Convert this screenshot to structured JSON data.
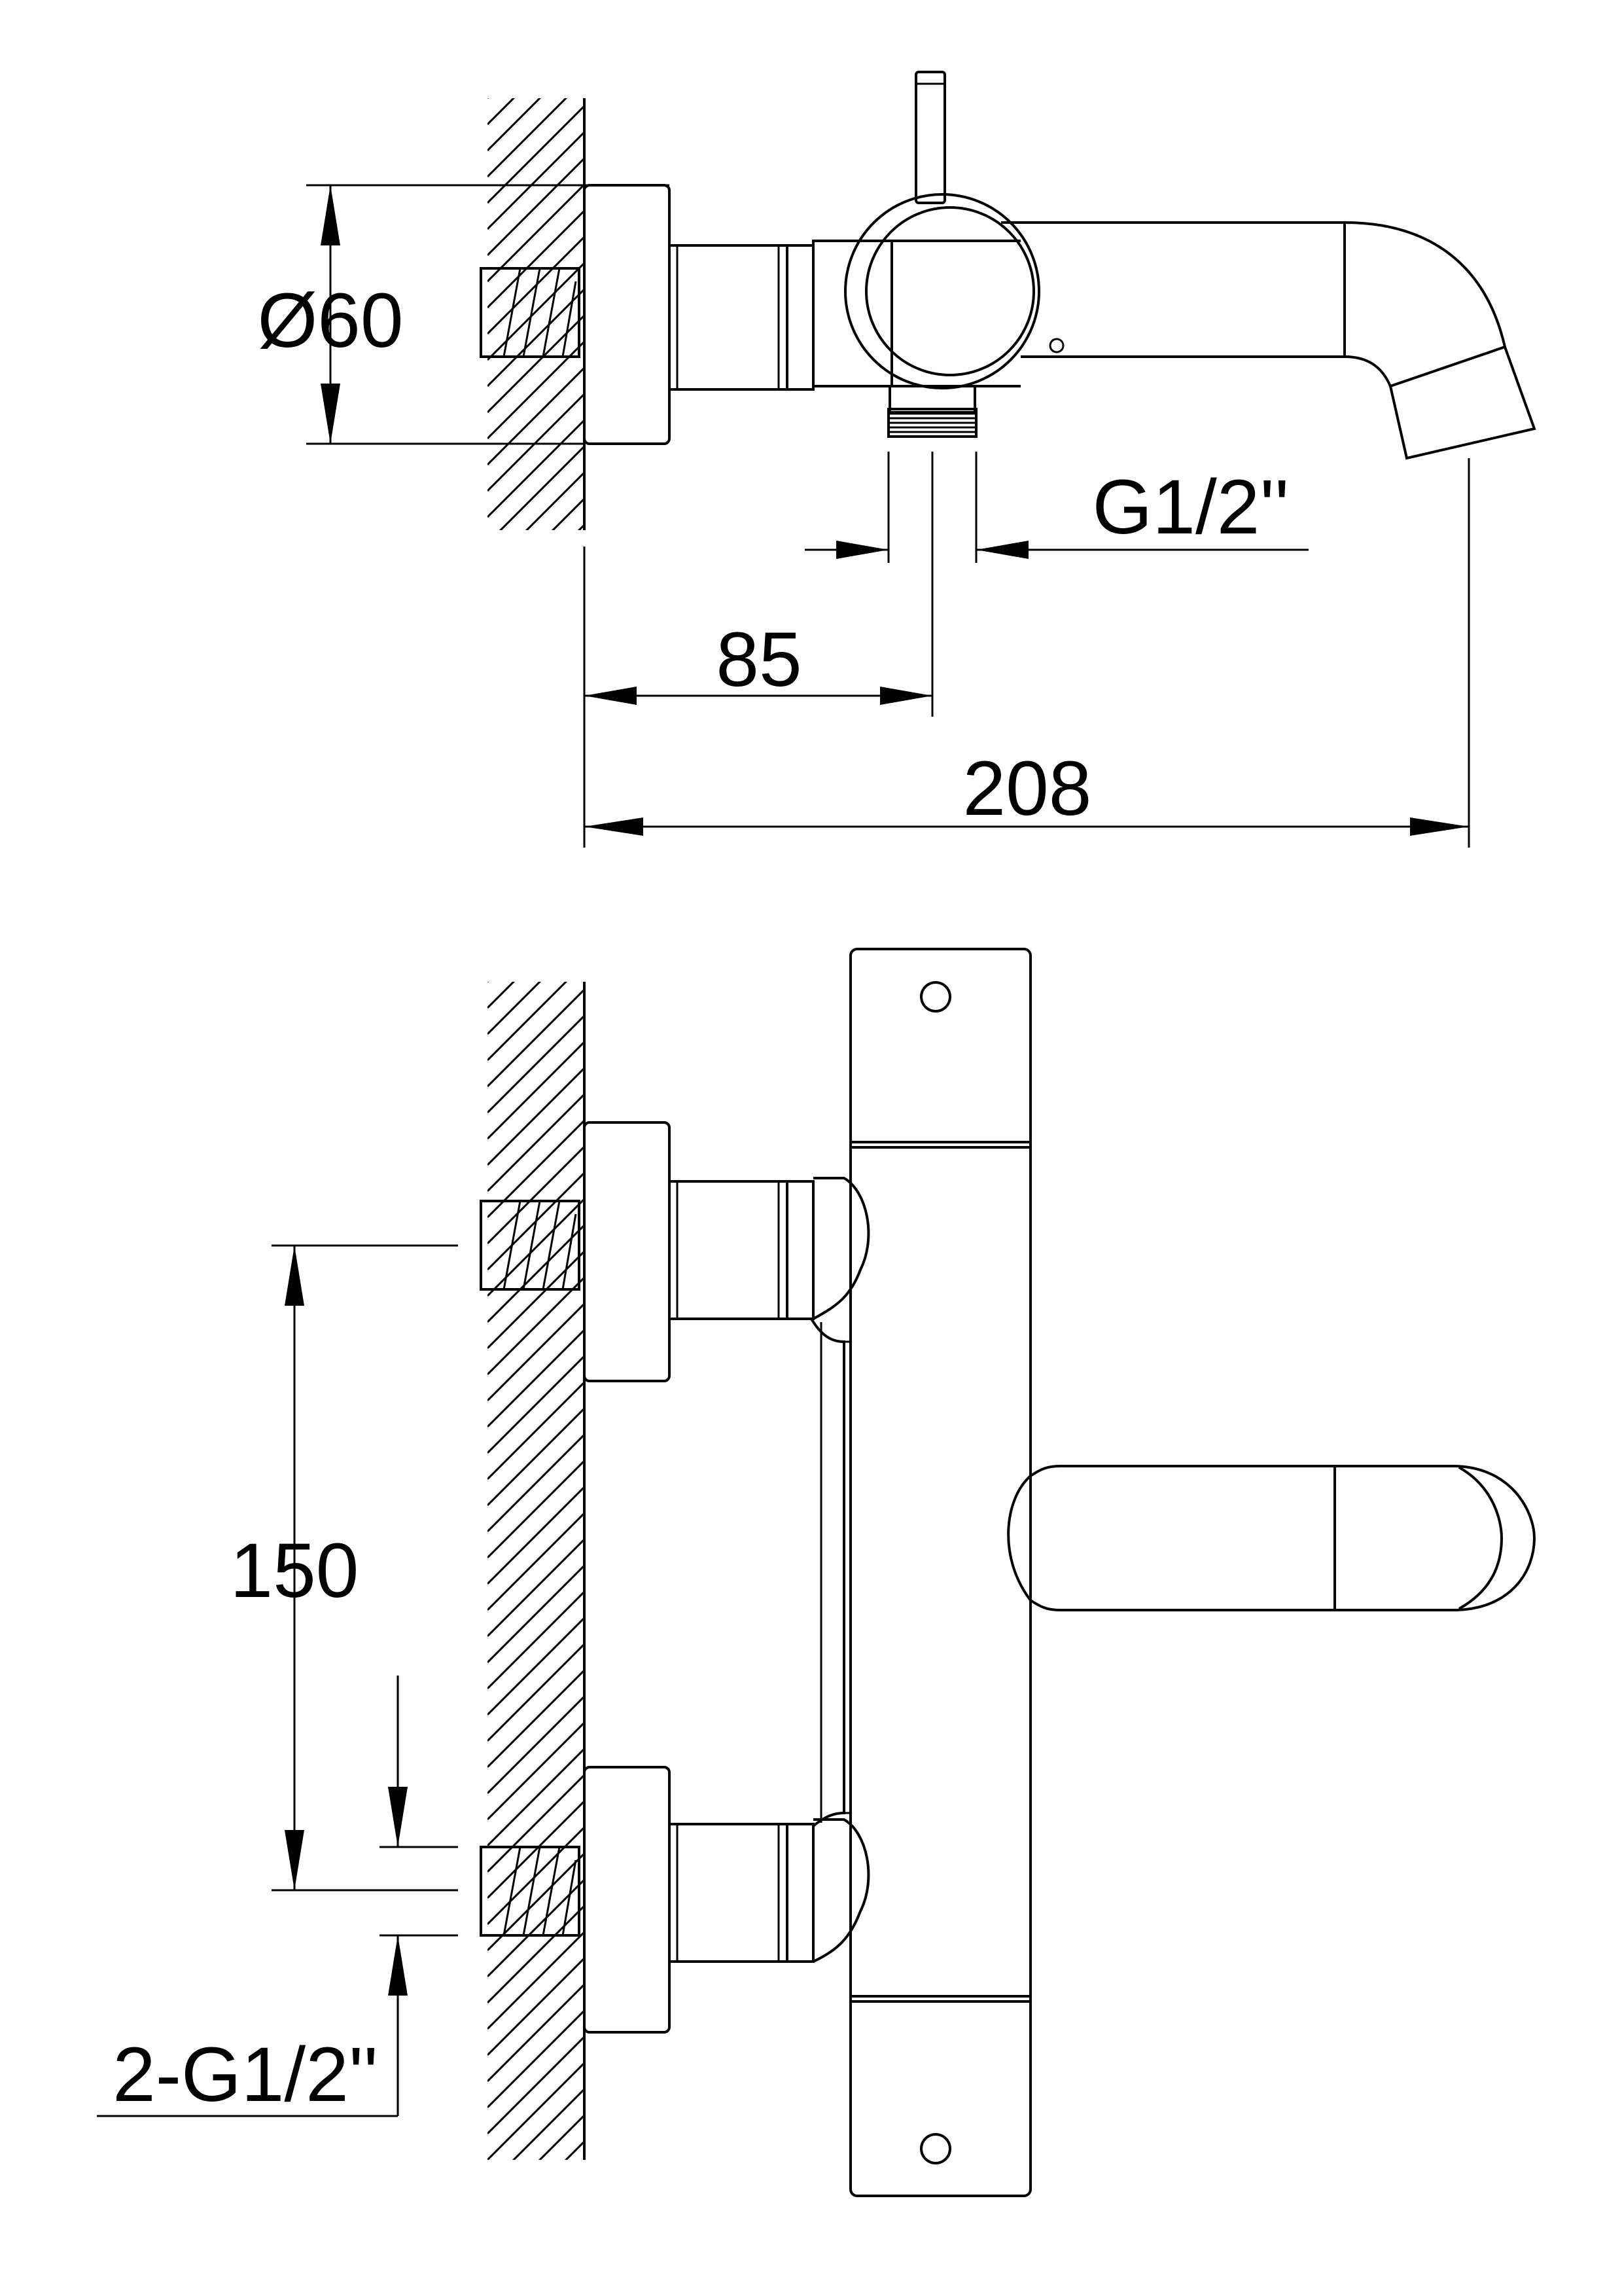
{
  "side_view": {
    "dims": {
      "diameter": "Ø60",
      "outlet_thread": "G1/2''",
      "outlet_offset": "85",
      "total_projection": "208"
    }
  },
  "front_view": {
    "dims": {
      "inlet_spacing": "150",
      "inlet_thread": "2-G1/2''"
    }
  }
}
